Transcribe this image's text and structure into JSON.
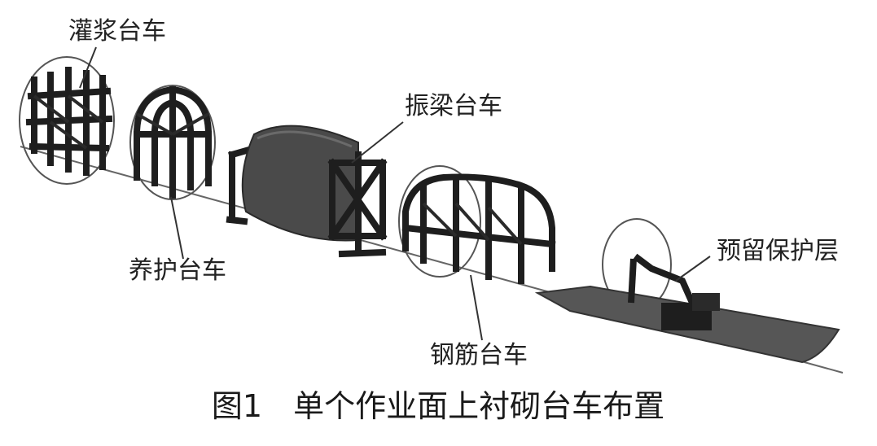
{
  "labels": {
    "grouting": "灌浆台车",
    "curing": "养护台车",
    "vibrating": "振梁台车",
    "rebar": "钢筋台车",
    "reserved": "预留保护层"
  },
  "caption": "图1　单个作业面上衬砌台车布置"
}
